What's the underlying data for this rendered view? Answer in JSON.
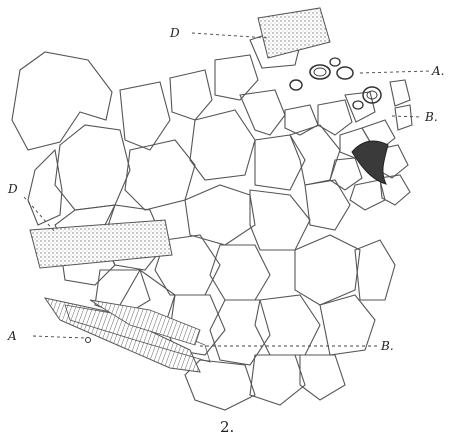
{
  "figure": {
    "number": "2.",
    "labels": {
      "d_top": "D",
      "a_top": "A.",
      "b_top": "B.",
      "d_left": "D",
      "a_left": "A",
      "b_bottom": "B."
    }
  }
}
